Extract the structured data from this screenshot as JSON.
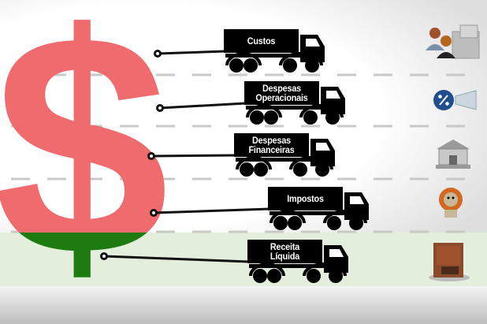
{
  "logo": {
    "symbol": "$"
  },
  "colors": {
    "dollar_red": "#ef6b6e",
    "dollar_green": "#1e7b0f",
    "band_green": "#e3efdc",
    "truck": "#000000",
    "dash": "#c8c8c8"
  },
  "trucks": [
    {
      "line1": "Custos",
      "line2": "",
      "icon": "people-boxes-icon"
    },
    {
      "line1": "Despesas",
      "line2": "Operacionais",
      "icon": "percent-megaphone-icon"
    },
    {
      "line1": "Despesas",
      "line2": "Financeiras",
      "icon": "bank-building-icon"
    },
    {
      "line1": "Impostos",
      "line2": "",
      "icon": "lion-icon"
    },
    {
      "line1": "Receita",
      "line2": "Líquida",
      "icon": "safe-vault-icon"
    }
  ]
}
